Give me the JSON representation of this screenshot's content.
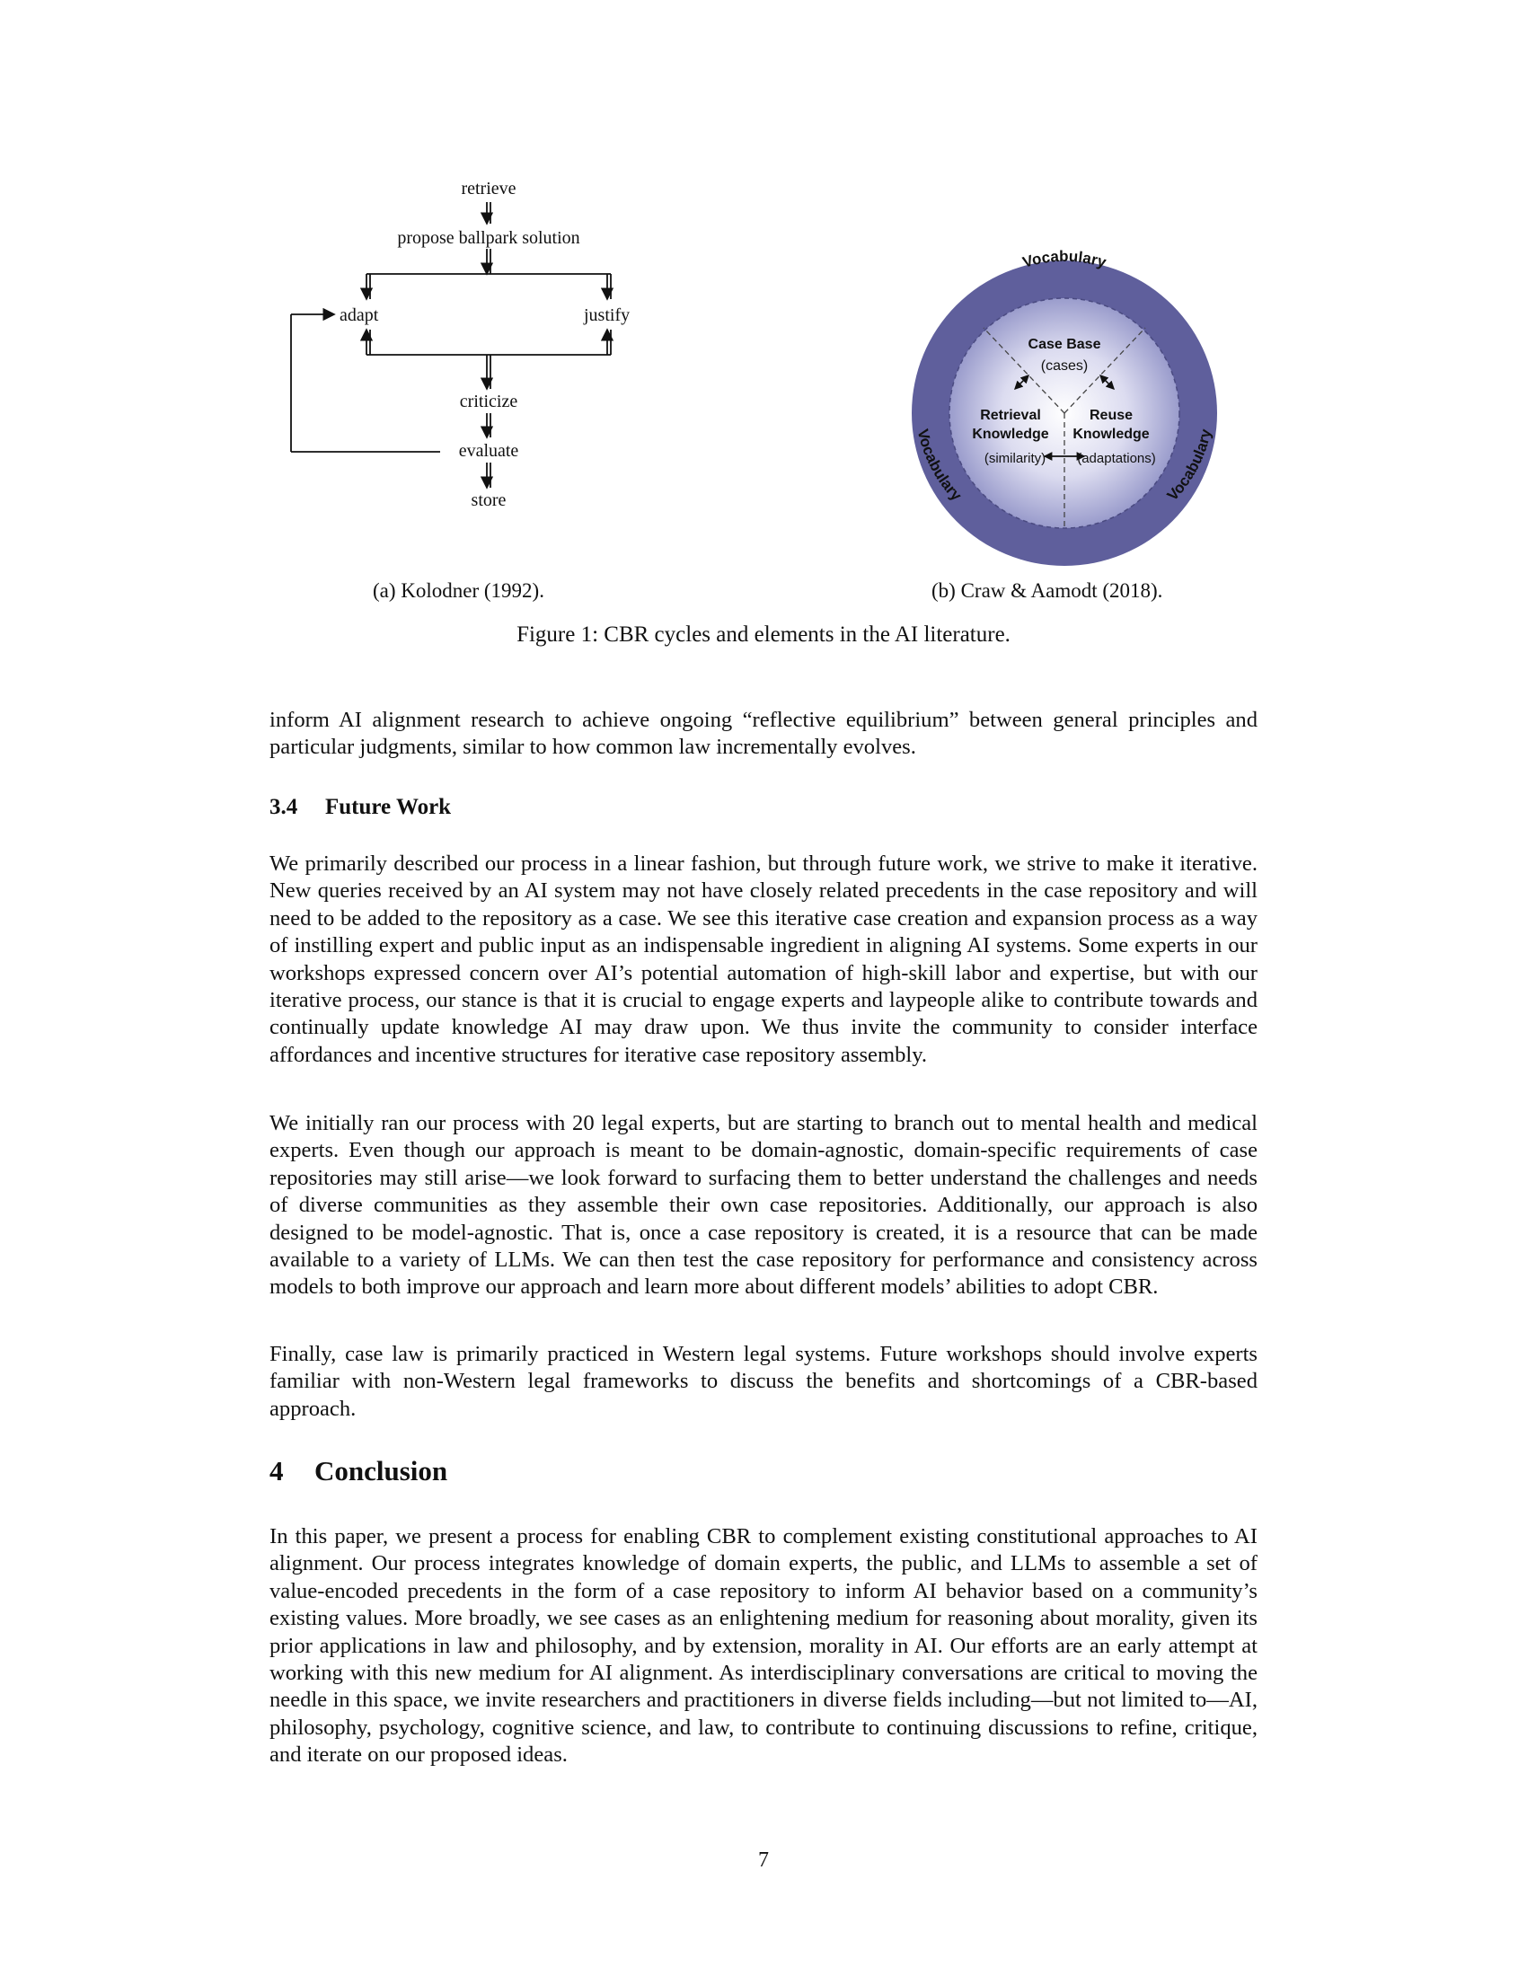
{
  "figure": {
    "panel_a": {
      "steps": {
        "retrieve": "retrieve",
        "propose": "propose ballpark solution",
        "adapt": "adapt",
        "justify": "justify",
        "criticize": "criticize",
        "evaluate": "evaluate",
        "store": "store"
      },
      "caption": "(a) Kolodner (1992)."
    },
    "panel_b": {
      "ring_label": "Vocabulary",
      "case_base": "Case Base",
      "cases": "(cases)",
      "retrieval_1": "Retrieval",
      "retrieval_2": "Knowledge",
      "reuse_1": "Reuse",
      "reuse_2": "Knowledge",
      "similarity": "(similarity)",
      "adaptations": "(adaptations)",
      "caption": "(b) Craw & Aamodt (2018)."
    },
    "caption": "Figure 1: CBR cycles and elements in the AI literature."
  },
  "body": {
    "intro_paragraph": "inform AI alignment research to achieve ongoing “reflective equilibrium” between general principles and particular judgments, similar to how common law incrementally evolves.",
    "section_3_4": {
      "number": "3.4",
      "title": "Future Work",
      "paragraphs": [
        "We primarily described our process in a linear fashion, but through future work, we strive to make it iterative. New queries received by an AI system may not have closely related precedents in the case repository and will need to be added to the repository as a case. We see this iterative case creation and expansion process as a way of instilling expert and public input as an indispensable ingredient in aligning AI systems. Some experts in our workshops expressed concern over AI’s potential automation of high-skill labor and expertise, but with our iterative process, our stance is that it is crucial to engage experts and laypeople alike to contribute towards and continually update knowledge AI may draw upon. We thus invite the community to consider interface affordances and incentive structures for iterative case repository assembly.",
        "We initially ran our process with 20 legal experts, but are starting to branch out to mental health and medical experts. Even though our approach is meant to be domain-agnostic, domain-specific requirements of case repositories may still arise—we look forward to surfacing them to better understand the challenges and needs of diverse communities as they assemble their own case repositories. Additionally, our approach is also designed to be model-agnostic. That is, once a case repository is created, it is a resource that can be made available to a variety of LLMs. We can then test the case repository for performance and consistency across models to both improve our approach and learn more about different models’ abilities to adopt CBR.",
        "Finally, case law is primarily practiced in Western legal systems. Future workshops should involve experts familiar with non-Western legal frameworks to discuss the benefits and shortcomings of a CBR-based approach."
      ]
    },
    "section_4": {
      "number": "4",
      "title": "Conclusion",
      "paragraph": "In this paper, we present a process for enabling CBR to complement existing constitutional approaches to AI alignment. Our process integrates knowledge of domain experts, the public, and LLMs to assemble a set of value-encoded precedents in the form of a case repository to inform AI behavior based on a community’s existing values. More broadly, we see cases as an enlightening medium for reasoning about morality, given its prior applications in law and philosophy, and by extension, morality in AI. Our efforts are an early attempt at working with this new medium for AI alignment. As interdisciplinary conversations are critical to moving the needle in this space, we invite researchers and practitioners in diverse fields including—but not limited to—AI, philosophy, psychology, cognitive science, and law, to contribute to continuing discussions to refine, critique, and iterate on our proposed ideas."
    }
  },
  "page_number": "7"
}
